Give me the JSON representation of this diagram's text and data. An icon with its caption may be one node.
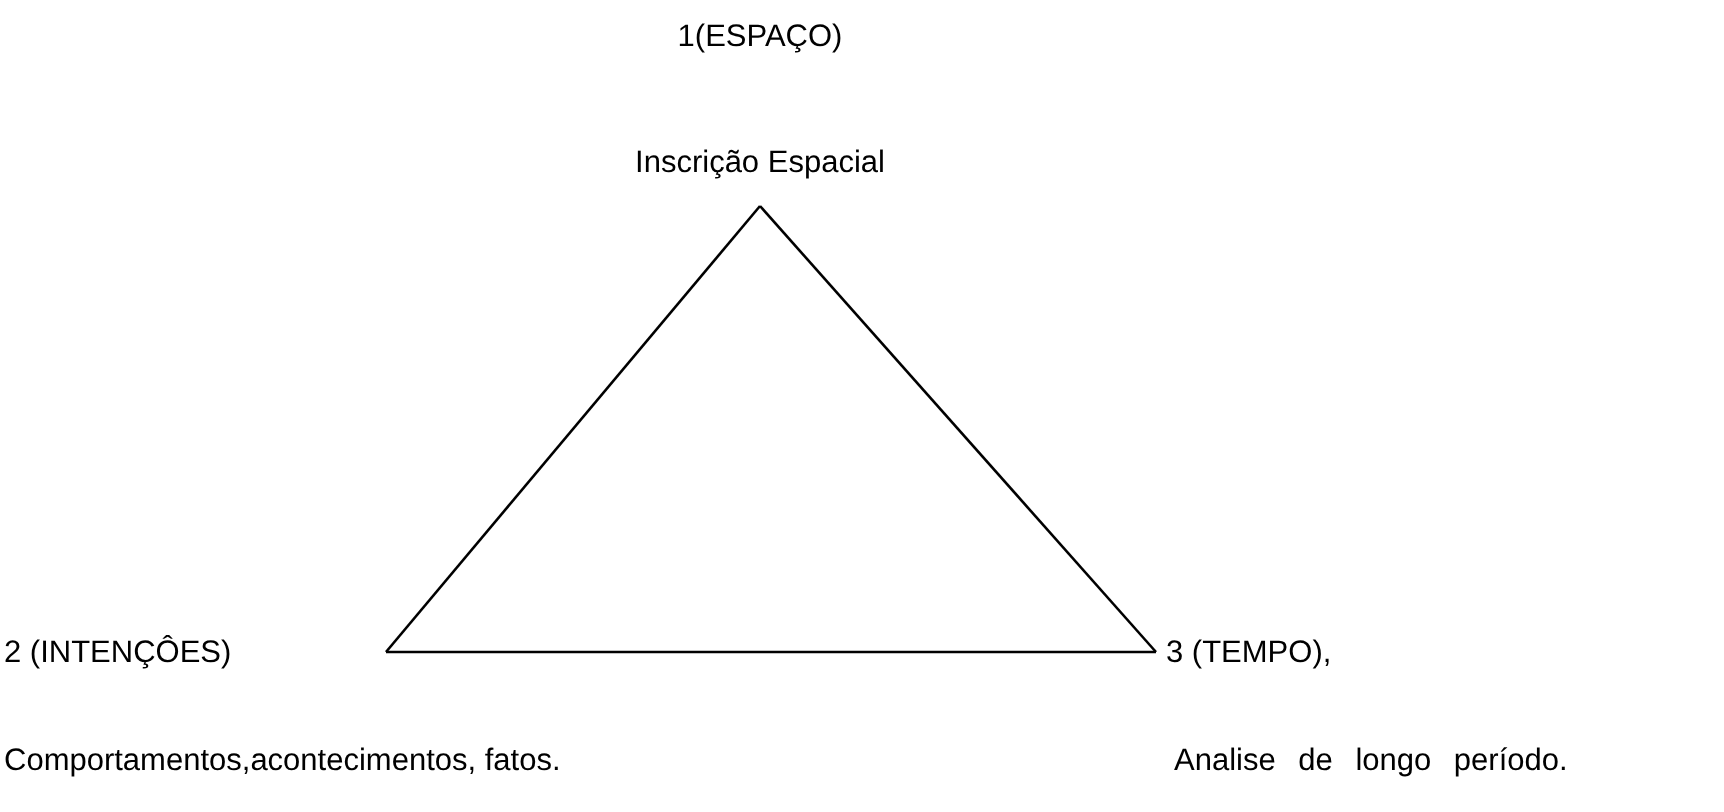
{
  "diagram": {
    "nodes": [
      {
        "text": [
          "1(ESPAÇO)",
          "Inscrição Espacial"
        ]
      },
      {
        "text": [
          "2 (INTENÇÔES)"
        ],
        "beside": [
          "Comportamentos,acontecimentos, fatos."
        ]
      },
      {
        "text": [
          "3 (TEMPO),"
        ],
        "beside": [
          "Analise de longo período."
        ]
      }
    ],
    "edges": [
      {
        "from": 0,
        "to": 1,
        "arrow": "none"
      },
      {
        "from": 1,
        "to": 2,
        "arrow": "none"
      },
      {
        "from": 2,
        "to": 0,
        "arrow": "none"
      }
    ]
  }
}
